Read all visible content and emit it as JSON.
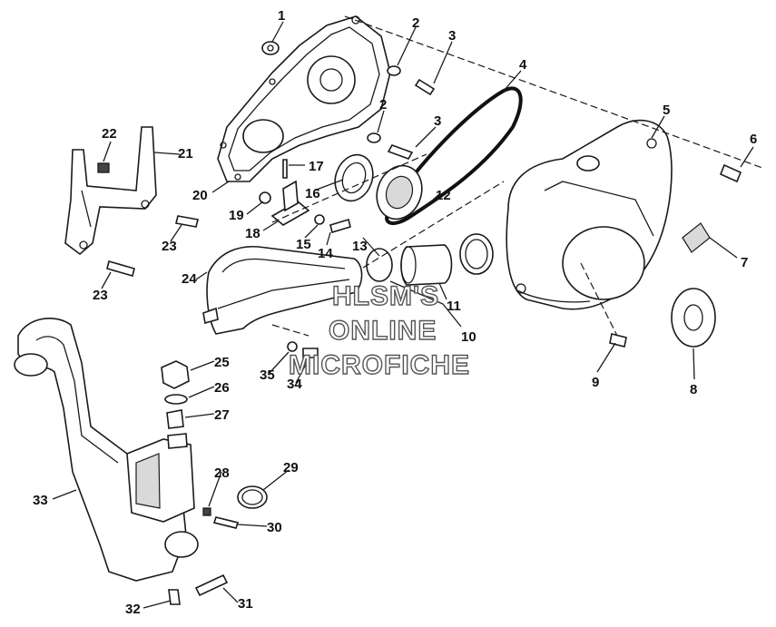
{
  "watermark": {
    "line1": "HLSM'S",
    "line2": "ONLINE",
    "line3": "MICROFICHE"
  },
  "callouts": [
    "1",
    "2",
    "3",
    "4",
    "2",
    "3",
    "5",
    "6",
    "7",
    "8",
    "9",
    "10",
    "11",
    "12",
    "13",
    "14",
    "15",
    "16",
    "17",
    "18",
    "19",
    "20",
    "21",
    "22",
    "23",
    "23",
    "24",
    "25",
    "26",
    "27",
    "28",
    "29",
    "30",
    "31",
    "32",
    "33",
    "34",
    "35"
  ],
  "colors": {
    "ink": "#1a1a1a",
    "paper": "#ffffff",
    "shade": "#d9d9d9"
  }
}
